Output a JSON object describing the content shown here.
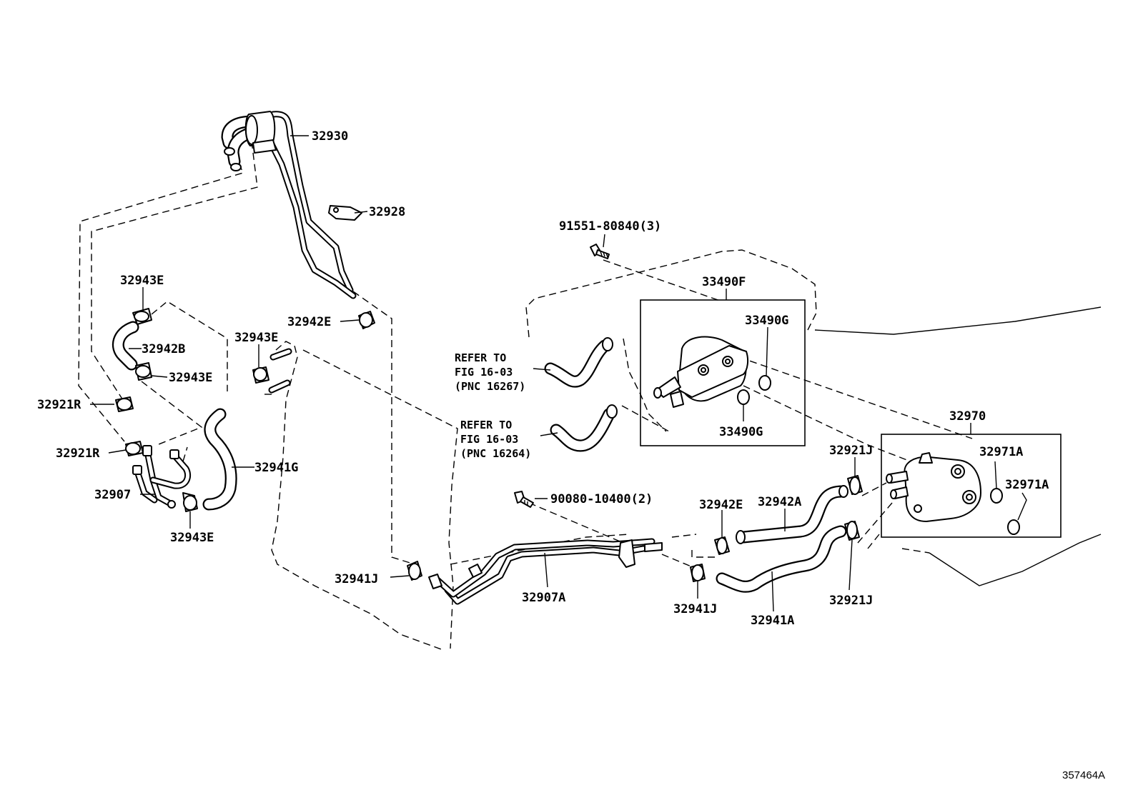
{
  "figure_id": "357464A",
  "parts": [
    {
      "id": "p32930",
      "label": "32930"
    },
    {
      "id": "p32928",
      "label": "32928"
    },
    {
      "id": "p91551",
      "label": "91551-80840(3)"
    },
    {
      "id": "p33490F",
      "label": "33490F"
    },
    {
      "id": "p33490G_a",
      "label": "33490G"
    },
    {
      "id": "p33490G_b",
      "label": "33490G"
    },
    {
      "id": "p32943E_a",
      "label": "32943E"
    },
    {
      "id": "p32942B",
      "label": "32942B"
    },
    {
      "id": "p32943E_b",
      "label": "32943E"
    },
    {
      "id": "p32943E_c",
      "label": "32943E"
    },
    {
      "id": "p32942E_a",
      "label": "32942E"
    },
    {
      "id": "p32921R_a",
      "label": "32921R"
    },
    {
      "id": "p32921R_b",
      "label": "32921R"
    },
    {
      "id": "p32907",
      "label": "32907"
    },
    {
      "id": "p32943E_d",
      "label": "32943E"
    },
    {
      "id": "p32941G",
      "label": "32941G"
    },
    {
      "id": "p32970",
      "label": "32970"
    },
    {
      "id": "p32921J_a",
      "label": "32921J"
    },
    {
      "id": "p32971A_a",
      "label": "32971A"
    },
    {
      "id": "p32971A_b",
      "label": "32971A"
    },
    {
      "id": "p90080",
      "label": "90080-10400(2)"
    },
    {
      "id": "p32942E_b",
      "label": "32942E"
    },
    {
      "id": "p32942A",
      "label": "32942A"
    },
    {
      "id": "p32941J_a",
      "label": "32941J"
    },
    {
      "id": "p32907A",
      "label": "32907A"
    },
    {
      "id": "p32941J_b",
      "label": "32941J"
    },
    {
      "id": "p32941A",
      "label": "32941A"
    },
    {
      "id": "p32921J_b",
      "label": "32921J"
    }
  ],
  "refs": [
    {
      "id": "ref_a",
      "lines": [
        "REFER TO",
        "FIG 16-03",
        "(PNC 16267)"
      ]
    },
    {
      "id": "ref_b",
      "lines": [
        "REFER TO",
        "FIG 16-03",
        "(PNC 16264)"
      ]
    }
  ]
}
